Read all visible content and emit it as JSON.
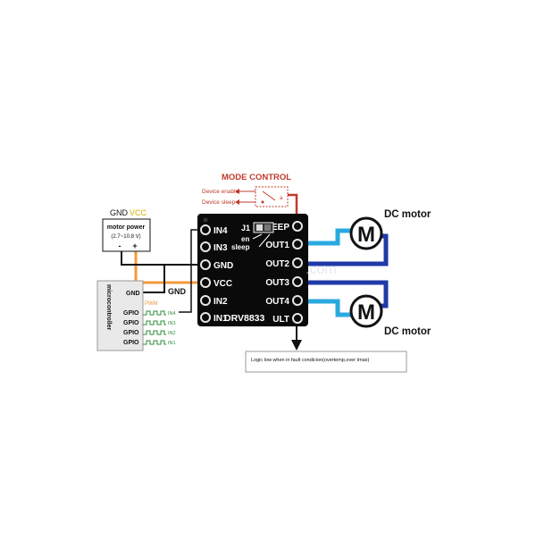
{
  "mode_control": {
    "title": "MODE CONTROL",
    "device_enable": "Device enable",
    "device_sleep": "Device sleep",
    "switch_symbol": "a"
  },
  "power": {
    "gnd": "GND",
    "vcc": "VCC",
    "box_title": "motor power",
    "range": "(2.7~10.8 V)",
    "minus": "-",
    "plus": "+"
  },
  "microcontroller": {
    "title": "microcontroller",
    "gnd": "GND",
    "pwm": "PWM",
    "gpio": [
      "GPIO",
      "GPIO",
      "GPIO",
      "GPIO"
    ],
    "signals": [
      "IN4",
      "IN3",
      "IN2",
      "IN1"
    ]
  },
  "gnd_wire_label": "GND",
  "board": {
    "name": "DRV8833",
    "jumper": "J1",
    "jumper_en": "en",
    "jumper_sleep": "sleep",
    "left_pins": [
      "IN4",
      "IN3",
      "GND",
      "VCC",
      "IN2",
      "IN1"
    ],
    "right_pins": [
      "EEP",
      "OUT1",
      "OUT2",
      "OUT3",
      "OUT4",
      "ULT"
    ]
  },
  "motors": {
    "symbol": "M",
    "label_top": "DC motor",
    "label_bottom": "DC motor"
  },
  "fault_note": "Logic low when in fault condicion(overtemp,over Imax)",
  "watermark": ".com",
  "colors": {
    "mode_red": "#c0392b",
    "vcc_yellow": "#d4b000",
    "power_orange": "#f29a3c",
    "wire_cyan": "#2aa9e0",
    "wire_blue": "#1f3aa8",
    "signal_green": "#2e8b3a",
    "board_black": "#0a0a0a",
    "pwm_orange": "#e8943a"
  }
}
